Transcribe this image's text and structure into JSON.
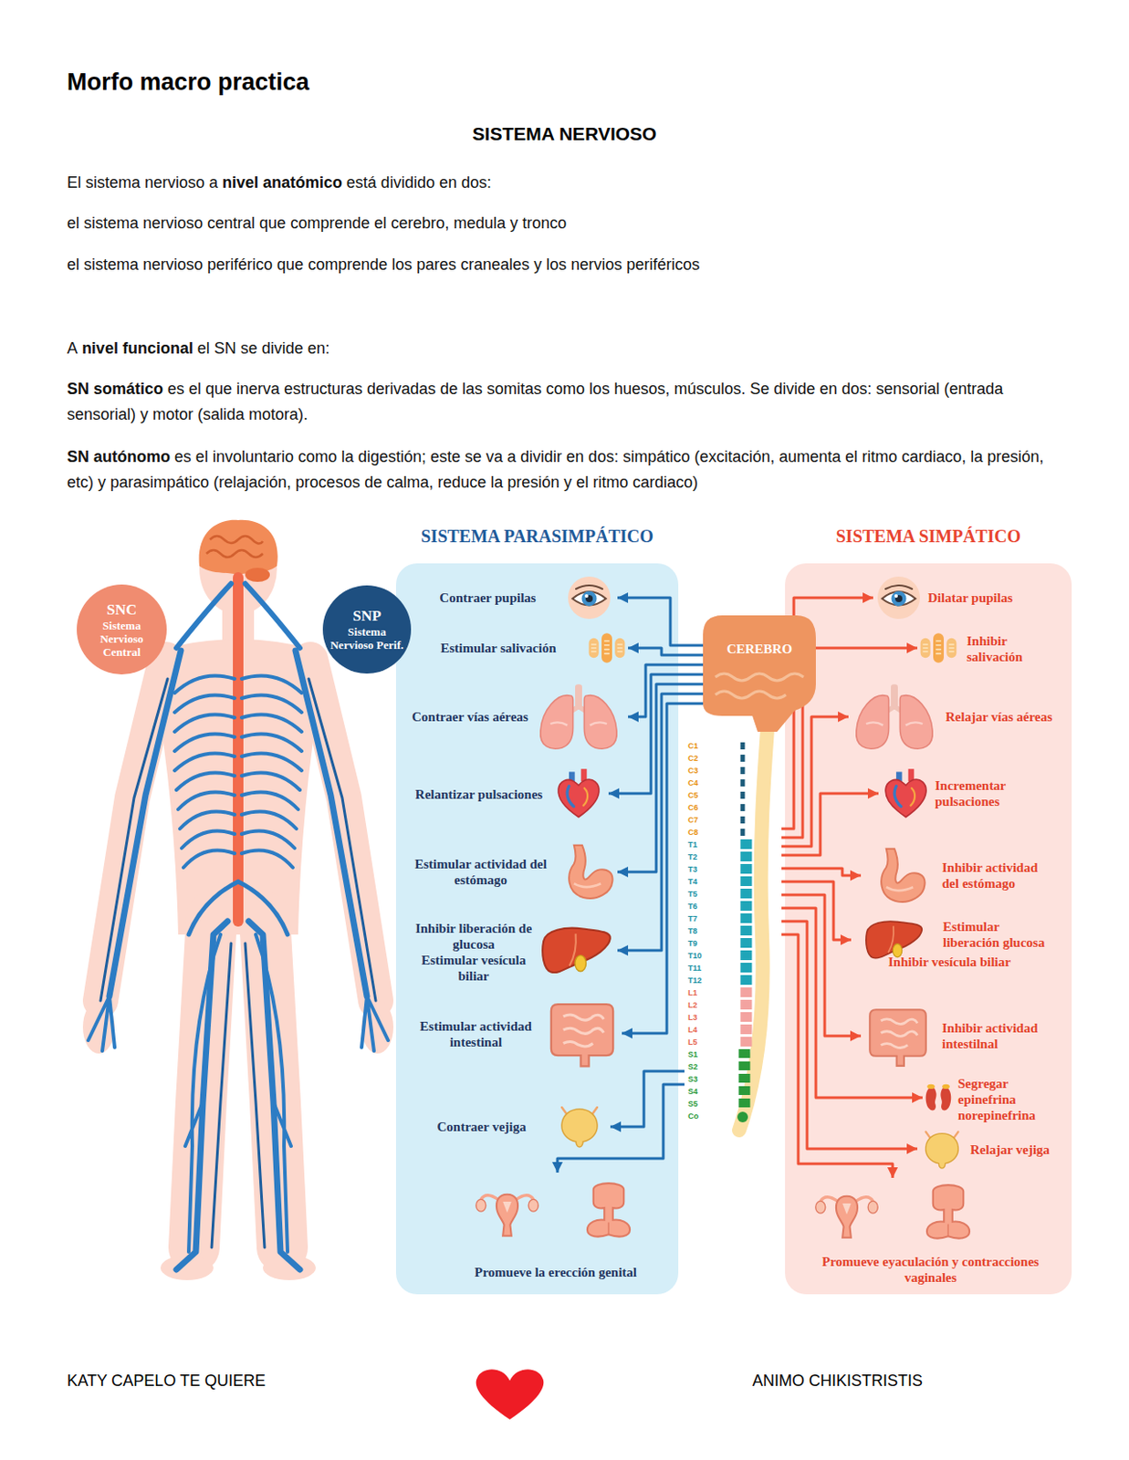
{
  "diagram": {
    "title": "Morfo macro practica",
    "nodes": [
      {
        "text": [
          "SNC",
          "Sistema Nervioso Central"
        ]
      },
      {
        "text": [
          "SNP",
          "Sistema Nervioso Perif."
        ]
      },
      {
        "text": [
          "SISTEMA PARASIMPÁTICO"
        ]
      },
      {
        "text": [
          "Contraer pupilas"
        ],
        "in": 2
      },
      {
        "text": [
          "Estimular salivación"
        ],
        "in": 2
      },
      {
        "text": [
          "Contraer vías aéreas"
        ],
        "in": 2
      },
      {
        "text": [
          "Relantizar pulsaciones"
        ],
        "in": 2
      },
      {
        "text": [
          "Estimular actividad del estómago"
        ],
        "in": 2
      },
      {
        "text": [
          "Inhibir liberación de glucosa",
          "Estimular vesícula biliar"
        ],
        "in": 2
      },
      {
        "text": [
          "Estimular actividad intestinal"
        ],
        "in": 2
      },
      {
        "text": [
          "Contraer vejiga"
        ],
        "in": 2
      },
      {
        "text": [
          "Promueve la erección genital"
        ],
        "in": 2
      },
      {
        "text": [
          "SISTEMA SIMPÁTICO"
        ]
      },
      {
        "text": [
          "Dilatar pupilas"
        ],
        "in": 12
      },
      {
        "text": [
          "Inhibir salivación"
        ],
        "in": 12
      },
      {
        "text": [
          "Relajar vías aéreas"
        ],
        "in": 12
      },
      {
        "text": [
          "Incrementar pulsaciones"
        ],
        "in": 12
      },
      {
        "text": [
          "Inhibir actividad del estómago"
        ],
        "in": 12
      },
      {
        "text": [
          "Estimular liberación glucosa",
          "Inhibir vesícula biliar"
        ],
        "in": 12
      },
      {
        "text": [
          "Inhibir actividad intestilnal"
        ],
        "in": 12
      },
      {
        "text": [
          "Segregar epinefrina norepinefrina"
        ],
        "in": 12
      },
      {
        "text": [
          "Relajar vejiga"
        ],
        "in": 12
      },
      {
        "text": [
          "Promueve eyaculación y contracciones vaginales"
        ],
        "in": 12
      },
      {
        "text": [
          "CEREBRO"
        ]
      },
      {
        "text": [
          "C1",
          "C2",
          "C3",
          "C4",
          "C5",
          "C6",
          "C7",
          "C8",
          "T1",
          "T2",
          "T3",
          "T4",
          "T5",
          "T6",
          "T7",
          "T8",
          "T9",
          "T10",
          "T11",
          "T12",
          "L1",
          "L2",
          "L3",
          "L4",
          "L5",
          "S1",
          "S2",
          "S3",
          "S4",
          "S5",
          "Co"
        ]
      }
    ],
    "edges": [
      {
        "from": 23,
        "to": 3,
        "arrow": "to"
      },
      {
        "from": 23,
        "to": 4,
        "arrow": "to"
      },
      {
        "from": 23,
        "to": 5,
        "arrow": "to"
      },
      {
        "from": 23,
        "to": 6,
        "arrow": "to"
      },
      {
        "from": 23,
        "to": 7,
        "arrow": "to"
      },
      {
        "from": 23,
        "to": 8,
        "arrow": "to"
      },
      {
        "from": 23,
        "to": 9,
        "arrow": "to"
      },
      {
        "from": 24,
        "to": 10,
        "arrow": "to"
      },
      {
        "from": 24,
        "to": 11,
        "arrow": "to"
      },
      {
        "from": 24,
        "to": 13,
        "arrow": "to"
      },
      {
        "from": 24,
        "to": 14,
        "arrow": "to"
      },
      {
        "from": 24,
        "to": 15,
        "arrow": "to"
      },
      {
        "from": 24,
        "to": 16,
        "arrow": "to"
      },
      {
        "from": 24,
        "to": 17,
        "arrow": "to"
      },
      {
        "from": 24,
        "to": 18,
        "arrow": "to"
      },
      {
        "from": 24,
        "to": 19,
        "arrow": "to"
      },
      {
        "from": 24,
        "to": 20,
        "arrow": "to"
      },
      {
        "from": 24,
        "to": 21,
        "arrow": "to"
      },
      {
        "from": 24,
        "to": 22,
        "arrow": "to"
      }
    ],
    "labels": [
      "SISTEMA NERVIOSO",
      "El sistema nervioso a",
      "nivel anatómico",
      "está dividido en dos:",
      "el sistema nervioso central que comprende el cerebro, medula y tronco",
      "el sistema nervioso periférico que comprende los pares craneales y los nervios periféricos",
      "A",
      "nivel funcional",
      "el SN se divide en:",
      "SN somático",
      "es el que inerva estructuras derivadas de las somitas como los huesos, músculos. Se divide en dos: sensorial (entrada sensorial) y motor (salida motora).",
      "SN autónomo",
      "es el involuntario como la digestión; este se va a dividir en dos: simpático (excitación, aumenta el ritmo cardiaco, la presión, etc) y parasimpático (relajación, procesos de calma, reduce la presión y el ritmo cardiaco)",
      "KATY CAPELO TE QUIERE",
      "ANIMO CHIKISTRISTIS"
    ]
  }
}
